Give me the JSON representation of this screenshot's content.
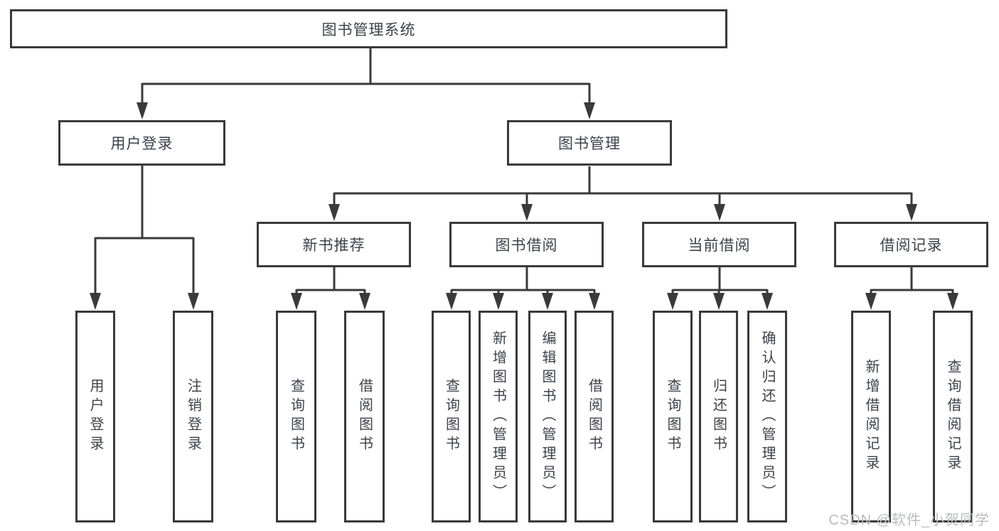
{
  "title": "图书管理系统",
  "colors": {
    "line": "#3a3a3a",
    "text": "#3d424a",
    "watermark": "#b9bcbe",
    "background": "#ffffff"
  },
  "watermark": {
    "text": "CSDN @软件_小贺同学"
  },
  "tree": {
    "root": {
      "label": "图书管理系统"
    },
    "children": [
      {
        "label": "用户登录",
        "children": [
          {
            "label": "用户登录"
          },
          {
            "label": "注销登录"
          }
        ]
      },
      {
        "label": "图书管理",
        "children": [
          {
            "label": "新书推荐",
            "children": [
              {
                "label": "查询图书"
              },
              {
                "label": "借阅图书"
              }
            ]
          },
          {
            "label": "图书借阅",
            "children": [
              {
                "label": "查询图书"
              },
              {
                "label": "新增图书（管理员）"
              },
              {
                "label": "编辑图书（管理员）"
              },
              {
                "label": "借阅图书"
              }
            ]
          },
          {
            "label": "当前借阅",
            "children": [
              {
                "label": "查询图书"
              },
              {
                "label": "归还图书"
              },
              {
                "label": "确认归还（管理员）"
              }
            ]
          },
          {
            "label": "借阅记录",
            "children": [
              {
                "label": "新增借阅记录"
              },
              {
                "label": "查询借阅记录"
              }
            ]
          }
        ]
      }
    ]
  }
}
